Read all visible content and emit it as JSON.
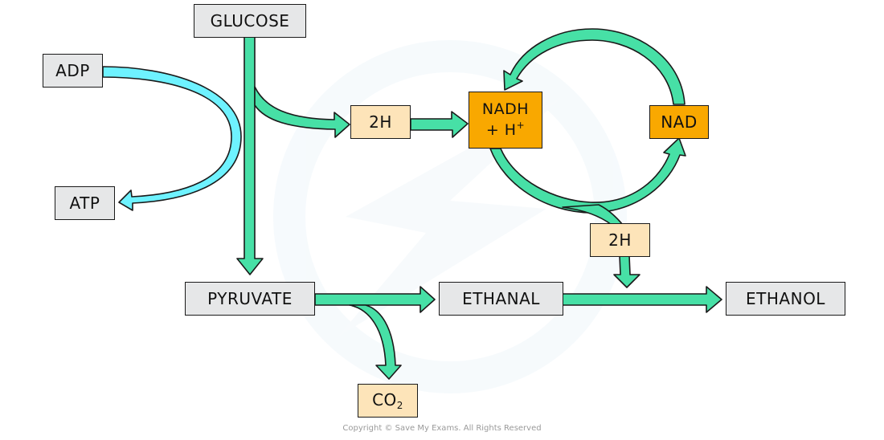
{
  "title": "Alcoholic fermentation pathway",
  "colors": {
    "main_arrow": "#47e0a6",
    "atp_arrow": "#6ef2ff",
    "grey_box": "#e6e7e8",
    "cream_box": "#fde4b9",
    "orange_box": "#f9a800",
    "outline": "#1a1a1a"
  },
  "nodes": {
    "glucose": "GLUCOSE",
    "adp": "ADP",
    "atp": "ATP",
    "hydrogen_1": "2H",
    "nadh_line1": "NADH",
    "nadh_line2": "+ H",
    "nadh_sup": "+",
    "nad": "NAD",
    "hydrogen_2": "2H",
    "pyruvate": "PYRUVATE",
    "ethanal": "ETHANAL",
    "ethanol": "ETHANOL",
    "co2_main": "CO",
    "co2_sub": "2"
  },
  "edges": [
    {
      "from": "GLUCOSE",
      "to": "PYRUVATE"
    },
    {
      "from": "GLUCOSE",
      "to": "2H"
    },
    {
      "from": "ADP",
      "to": "ATP"
    },
    {
      "from": "2H",
      "to": "NADH + H+"
    },
    {
      "from": "NADH + H+",
      "to": "NAD"
    },
    {
      "from": "NAD",
      "to": "NADH + H+"
    },
    {
      "from": "NADH + H+",
      "to": "2H"
    },
    {
      "from": "2H",
      "to": "ETHANAL→ETHANOL"
    },
    {
      "from": "PYRUVATE",
      "to": "ETHANAL"
    },
    {
      "from": "PYRUVATE",
      "to": "CO2"
    },
    {
      "from": "ETHANAL",
      "to": "ETHANOL"
    }
  ],
  "copyright": "Copyright © Save My Exams. All Rights Reserved"
}
